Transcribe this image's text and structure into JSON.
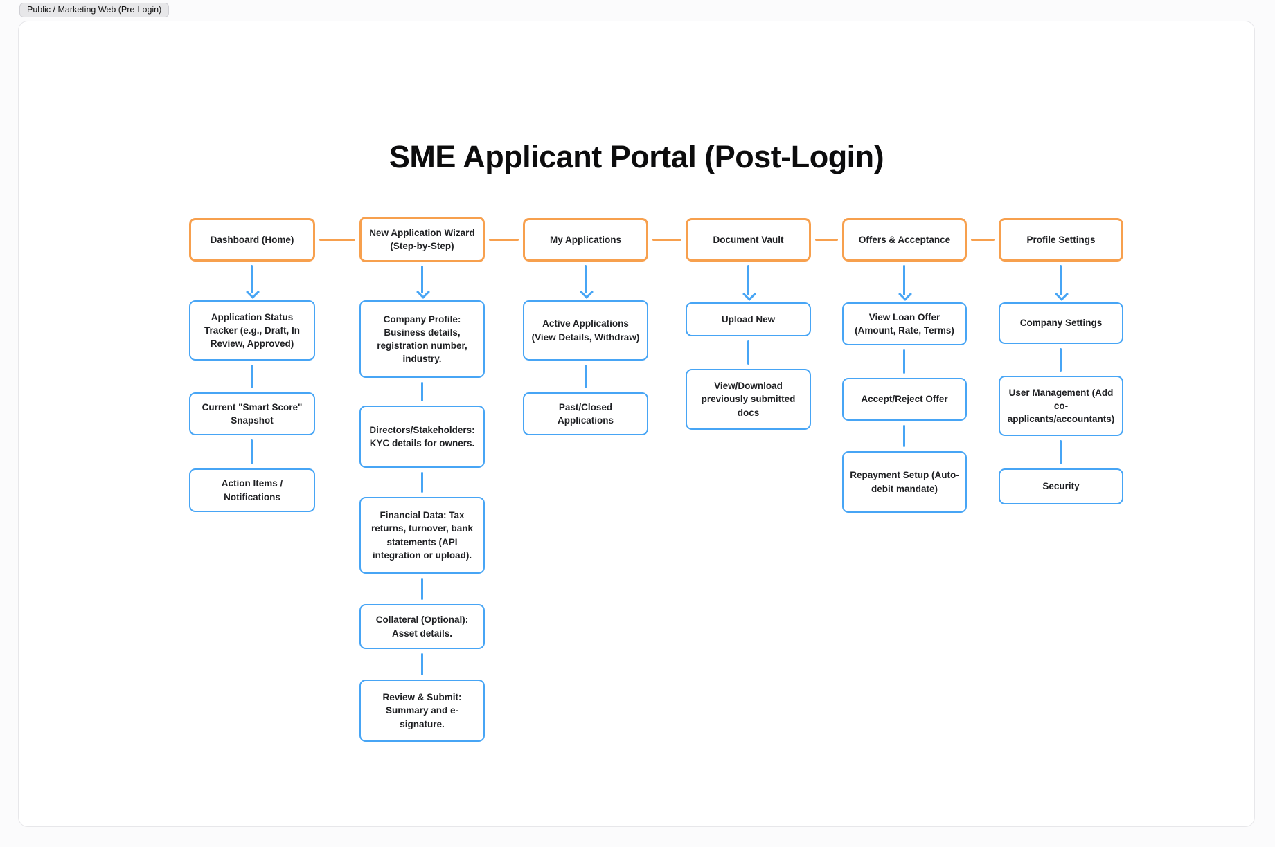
{
  "badge": {
    "label": "Public / Marketing Web (Pre-Login)"
  },
  "title": "SME Applicant Portal (Post-Login)",
  "colors": {
    "orange": "#f7a04e",
    "blue": "#47a5f5"
  },
  "columns": [
    {
      "header": "Dashboard (Home)",
      "children": [
        "Application Status Tracker (e.g., Draft, In Review, Approved)",
        "Current \"Smart Score\" Snapshot",
        "Action Items / Notifications"
      ]
    },
    {
      "header": "New Application Wizard (Step-by-Step)",
      "children": [
        "Company Profile: Business details, registration number, industry.",
        "Directors/Stakeholders: KYC details for owners.",
        "Financial Data: Tax returns, turnover, bank statements (API integration or upload).",
        "Collateral (Optional): Asset details.",
        "Review & Submit: Summary and e-signature."
      ]
    },
    {
      "header": "My Applications",
      "children": [
        "Active Applications (View Details, Withdraw)",
        "Past/Closed Applications"
      ]
    },
    {
      "header": "Document Vault",
      "children": [
        "Upload New",
        "View/Download previously submitted docs"
      ]
    },
    {
      "header": "Offers & Acceptance",
      "children": [
        "View Loan Offer (Amount, Rate, Terms)",
        "Accept/Reject Offer",
        "Repayment Setup (Auto-debit mandate)"
      ]
    },
    {
      "header": "Profile Settings",
      "children": [
        "Company Settings",
        "User Management (Add co-applicants/accountants)",
        "Security"
      ]
    }
  ]
}
